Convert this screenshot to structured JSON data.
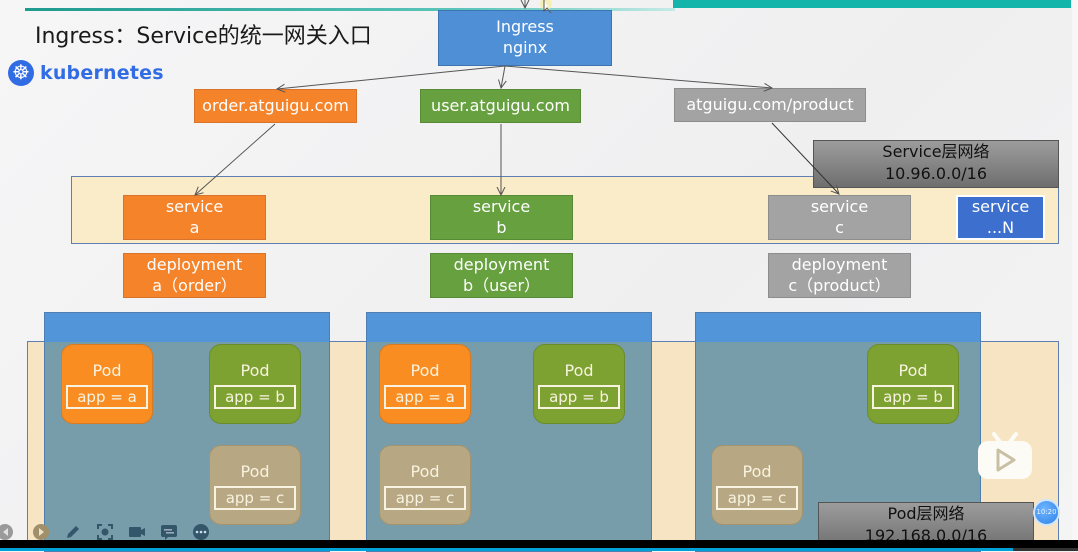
{
  "slide": {
    "title": "Ingress：Service的统一网关入口",
    "logo_text": "kubernetes"
  },
  "ingress": {
    "line1": "Ingress",
    "line2": "nginx"
  },
  "domains": [
    {
      "label": "order.atguigu.com",
      "color": "orange"
    },
    {
      "label": "user.atguigu.com",
      "color": "green"
    },
    {
      "label": "atguigu.com/product",
      "color": "grey"
    }
  ],
  "service_network": {
    "title": "Service层网络",
    "cidr": "10.96.0.0/16"
  },
  "services": [
    {
      "line1": "service",
      "line2": "a"
    },
    {
      "line1": "service",
      "line2": "b"
    },
    {
      "line1": "service",
      "line2": "c"
    },
    {
      "line1": "service",
      "line2": "...N"
    }
  ],
  "deployments": [
    {
      "line1": "deployment",
      "line2": "a（order）"
    },
    {
      "line1": "deployment",
      "line2": "b（user）"
    },
    {
      "line1": "deployment",
      "line2": "c（product）"
    }
  ],
  "pod_title": "Pod",
  "pod_labels": {
    "a": "app = a",
    "b": "app = b",
    "c": "app = c"
  },
  "pod_network": {
    "title": "Pod层网络",
    "cidr": "192.168.0.0/16"
  },
  "player": {
    "clock_badge": "10:20",
    "progress_fraction": 0.94,
    "toolbar_icons": [
      "prev-icon",
      "play-icon",
      "pen-icon",
      "screenshot-icon",
      "camera-icon",
      "subtitle-icon",
      "more-icon"
    ]
  },
  "colors": {
    "orange": "#f5832a",
    "green": "#66a03f",
    "grey": "#a3a3a3",
    "blue": "#4f8fd6",
    "teal": "#13b5ab",
    "progress": "#00a1d6"
  }
}
